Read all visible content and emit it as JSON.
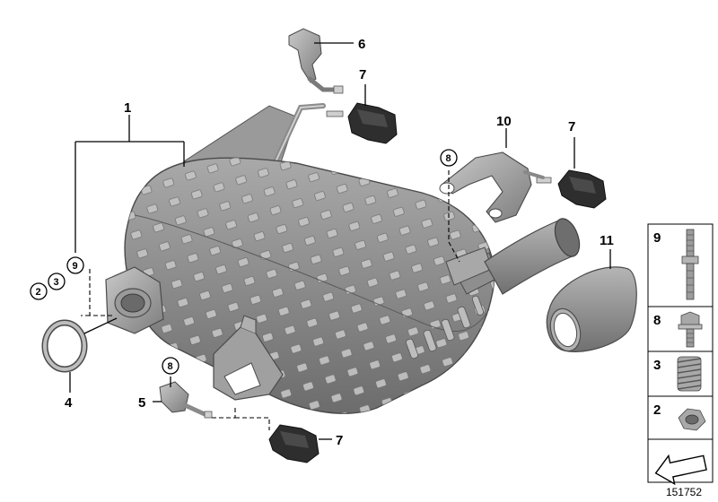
{
  "diagram": {
    "document_number": "151752",
    "callouts": {
      "c1": "1",
      "c4": "4",
      "c5": "5",
      "c6": "6",
      "c7a": "7",
      "c7b": "7",
      "c7c": "7",
      "c10": "10",
      "c11": "11"
    },
    "circled": {
      "r2": "2",
      "r3": "3",
      "r9": "9",
      "r8a": "8",
      "r8b": "8"
    },
    "side_panel": {
      "items": [
        "9",
        "8",
        "3",
        "2"
      ]
    }
  }
}
